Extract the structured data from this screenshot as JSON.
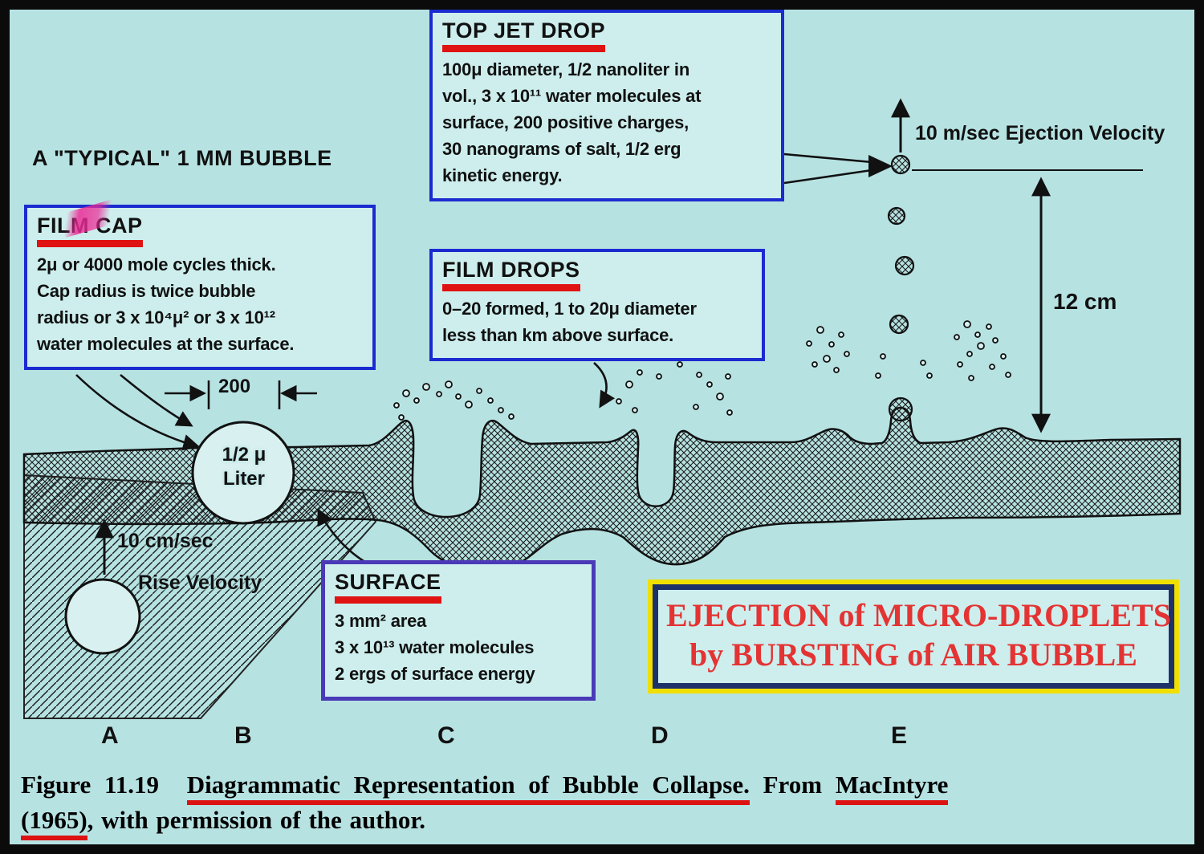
{
  "colors": {
    "background": "#b7e2e2",
    "box_background": "#cdeeed",
    "box_border_blue": "#1b2bd0",
    "surface_box_border": "#4a3ab8",
    "ejection_outer_border": "#f0df00",
    "ejection_inner_border": "#1e3269",
    "ejection_text_red": "#e43333",
    "underline_red": "#e01313",
    "ink": "#111111"
  },
  "labels": {
    "typical_bubble": "A \"TYPICAL\" 1 MM BUBBLE",
    "ejection_velocity": "10 m/sec Ejection Velocity",
    "jet_height": "12 cm",
    "rise_speed": "10 cm/sec",
    "rise_label": "Rise Velocity",
    "bubble_volume_line1": "1/2 μ",
    "bubble_volume_line2": "Liter",
    "cap_width": "200",
    "stages": [
      "A",
      "B",
      "C",
      "D",
      "E"
    ]
  },
  "boxes": {
    "top_jet_drop": {
      "title": "TOP JET DROP",
      "body": "100μ diameter,  1/2 nanoliter in\nvol.,  3 x 10¹¹ water molecules at\nsurface,  200 positive charges,\n30 nanograms of salt,  1/2 erg\nkinetic energy."
    },
    "film_cap": {
      "title": "FILM CAP",
      "body": "2μ or 4000 mole cycles thick.\nCap radius is twice bubble\nradius or 3 x 10⁴μ² or 3 x 10¹²\nwater molecules at the surface."
    },
    "film_drops": {
      "title": "FILM DROPS",
      "body": "0–20 formed,  1 to 20μ diameter\nless than km above surface."
    },
    "surface": {
      "title": "SURFACE",
      "body": "3 mm² area\n3 x 10¹³ water molecules\n2 ergs of surface energy"
    },
    "ejection": {
      "line1": "EJECTION of MICRO-DROPLETS",
      "line2": "by BURSTING of  AIR BUBBLE"
    }
  },
  "caption": {
    "figure_label": "Figure 11.19",
    "main_text": "Diagrammatic Representation of Bubble Collapse.",
    "from_text": "From",
    "author": "MacIntyre",
    "year": "(1965)",
    "tail": ", with permission of the author."
  }
}
